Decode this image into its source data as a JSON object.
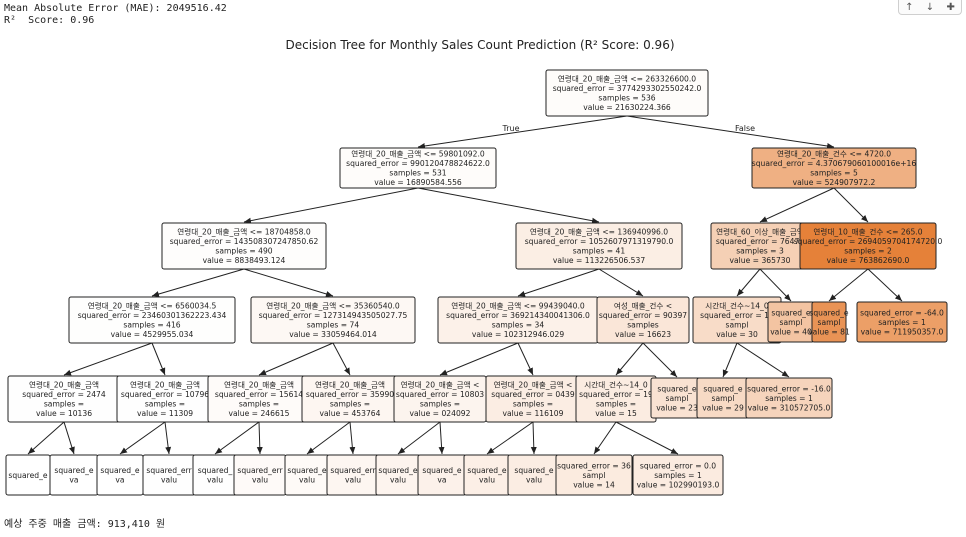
{
  "metrics": {
    "mae": "Mean Absolute Error (MAE): 2049516.42",
    "r2": "R²  Score: 0.96"
  },
  "toolbar": {
    "icons": [
      "arrow-up-icon",
      "arrow-down-icon",
      "pin-icon"
    ],
    "glyphs": [
      "↑",
      "↓",
      "✚"
    ]
  },
  "chart_data": {
    "type": "diagram",
    "title": "Decision Tree for Monthly Sales Count Prediction (R² Score: 0.96)",
    "edge_labels": {
      "true": "True",
      "false": "False"
    },
    "nodes": [
      {
        "id": "n0",
        "color": "#fefcfa",
        "lines": [
          "연령대_20_매출_금액 <= 263326600.0",
          "squared_error = 3774293302550242.0",
          "samples = 536",
          "value = 21630224.366"
        ]
      },
      {
        "id": "n1",
        "color": "#fefcfa",
        "lines": [
          "연령대_20_매출_금액 <= 59801092.0",
          "squared_error = 990120478824622.0",
          "samples = 531",
          "value = 16890584.556"
        ]
      },
      {
        "id": "n2",
        "color": "#efb083",
        "lines": [
          "연령대_20_매출_건수 <= 4720.0",
          "squared_error = 4.370679060100016e+16",
          "samples = 5",
          "value = 524907972.2"
        ]
      },
      {
        "id": "n3",
        "color": "#fefdfc",
        "lines": [
          "연령대_20_매출_금액 <= 18704858.0",
          "squared_error = 143508307247850.62",
          "samples = 490",
          "value = 8838493.124"
        ]
      },
      {
        "id": "n4",
        "color": "#fbeee4",
        "lines": [
          "연령대_20_매출_금액 <= 136940996.0",
          "squared_error = 1052607971319790.0",
          "samples = 41",
          "value = 113226506.537"
        ]
      },
      {
        "id": "n5",
        "color": "#f5d0b5",
        "lines": [
          "연령대_60_이상_매출_금액",
          "squared_error = 76473",
          "samples = 3",
          "value = 365730"
        ]
      },
      {
        "id": "n6",
        "color": "#e58139",
        "lines": [
          "연령대_10_매출_건수 <= 265.0",
          "squared_error = 2694059704174720.0",
          "samples = 2",
          "value = 763862690.0"
        ]
      },
      {
        "id": "n7",
        "color": "#fefefd",
        "lines": [
          "연령대_20_매출_금액 <= 6560034.5",
          "squared_error = 23460301362223.434",
          "samples = 416",
          "value = 4529955.034"
        ]
      },
      {
        "id": "n8",
        "color": "#fdf8f4",
        "lines": [
          "연령대_20_매출_금액 <= 35360540.0",
          "squared_error = 127314943505027.75",
          "samples = 74",
          "value = 33059464.014"
        ]
      },
      {
        "id": "n9",
        "color": "#fcf1e9",
        "lines": [
          "연령대_20_매출_금액 <= 99439040.0",
          "squared_error = 369214340041306.0",
          "samples = 34",
          "value = 102312946.029"
        ]
      },
      {
        "id": "n10",
        "color": "#fae6d8",
        "lines": [
          "여성_매출_건수 <",
          "squared_error = 90397",
          "samples",
          "value = 16623"
        ]
      },
      {
        "id": "n11",
        "color": "#f8dcc8",
        "lines": [
          "시간대_건수~14_0",
          "squared_error = 19",
          "sampl",
          "value = 30"
        ]
      },
      {
        "id": "n12",
        "color": "#f3c4a2",
        "lines": [
          "squared_e",
          "sampl",
          "value = 40"
        ]
      },
      {
        "id": "n13",
        "color": "#e99355",
        "lines": [
          "squared_e",
          "sampl",
          "value = 81"
        ]
      },
      {
        "id": "n14",
        "color": "#ec9f67",
        "lines": [
          "squared_error = -64.0",
          "samples = 1",
          "value = 711950357.0"
        ]
      },
      {
        "id": "n15",
        "color": "#fefefe",
        "lines": [
          "연령대_20_매출_금액",
          "squared_error = 2474",
          "samples =",
          "value = 10136"
        ]
      },
      {
        "id": "n16",
        "color": "#fefefe",
        "lines": [
          "연령대_20_매출_금액",
          "squared_error = 10796",
          "samples =",
          "value = 11309"
        ]
      },
      {
        "id": "n17",
        "color": "#fefbf9",
        "lines": [
          "연령대_20_매출_금액",
          "squared_error = 15614",
          "samples =",
          "value = 246615"
        ]
      },
      {
        "id": "n18",
        "color": "#fdf6f1",
        "lines": [
          "연령대_20_매출_금액",
          "squared_error = 35990",
          "samples =",
          "value = 453764"
        ]
      },
      {
        "id": "n19",
        "color": "#fcf4ee",
        "lines": [
          "연령대_20_매출_금액 <",
          "squared_error = 10803",
          "samples =",
          "value = 024092"
        ]
      },
      {
        "id": "n20",
        "color": "#fbede3",
        "lines": [
          "연령대_20_매출_금액 <",
          "squared_error = 0439",
          "samples =",
          "value = 116109"
        ]
      },
      {
        "id": "n21",
        "color": "#fbece1",
        "lines": [
          "시간대_건수~14_0",
          "squared_error = 19",
          "samples =",
          "value = 15"
        ]
      },
      {
        "id": "n22",
        "color": "#f9e2d2",
        "lines": [
          "squared_e",
          "sampl",
          "value = 23"
        ]
      },
      {
        "id": "n23",
        "color": "#f7dac5",
        "lines": [
          "squared_e",
          "sampl",
          "value = 29"
        ]
      },
      {
        "id": "n24",
        "color": "#f6d4bc",
        "lines": [
          "squared_error = -16.0",
          "samples = 1",
          "value = 310572705.0"
        ]
      },
      {
        "id": "n25",
        "color": "#ffffff",
        "lines": [
          "squared_e"
        ]
      },
      {
        "id": "n26",
        "color": "#ffffff",
        "lines": [
          "squared_e",
          "va"
        ]
      },
      {
        "id": "n27",
        "color": "#ffffff",
        "lines": [
          "squared_e",
          "va"
        ]
      },
      {
        "id": "n28",
        "color": "#fefefe",
        "lines": [
          "squared_err",
          "valu"
        ]
      },
      {
        "id": "n29",
        "color": "#fefefe",
        "lines": [
          "squared_",
          "valu"
        ]
      },
      {
        "id": "n30",
        "color": "#fefaf8",
        "lines": [
          "squared_err",
          "valu"
        ]
      },
      {
        "id": "n31",
        "color": "#fefaf7",
        "lines": [
          "squared_e",
          "valu"
        ]
      },
      {
        "id": "n32",
        "color": "#fdf6f1",
        "lines": [
          "squared_err",
          "valu"
        ]
      },
      {
        "id": "n33",
        "color": "#fdf4ee",
        "lines": [
          "squared_e",
          "valu"
        ]
      },
      {
        "id": "n34",
        "color": "#fcf1ea",
        "lines": [
          "squared_e",
          "va"
        ]
      },
      {
        "id": "n35",
        "color": "#fcefe6",
        "lines": [
          "squared_e",
          "valu"
        ]
      },
      {
        "id": "n36",
        "color": "#fbede3",
        "lines": [
          "squared_e",
          "valu"
        ]
      },
      {
        "id": "n37",
        "color": "#fbebdf",
        "lines": [
          "squared_error = 36",
          "sampl",
          "value = 14"
        ]
      },
      {
        "id": "n38",
        "color": "#fbebe0",
        "lines": [
          "squared_error = 0.0",
          "samples = 1",
          "value = 102990193.0"
        ]
      }
    ],
    "edges": [
      [
        "n0",
        "n1"
      ],
      [
        "n0",
        "n2"
      ],
      [
        "n1",
        "n3"
      ],
      [
        "n1",
        "n4"
      ],
      [
        "n2",
        "n5"
      ],
      [
        "n2",
        "n6"
      ],
      [
        "n3",
        "n7"
      ],
      [
        "n3",
        "n8"
      ],
      [
        "n4",
        "n9"
      ],
      [
        "n4",
        "n10"
      ],
      [
        "n5",
        "n11"
      ],
      [
        "n5",
        "n12"
      ],
      [
        "n6",
        "n13"
      ],
      [
        "n6",
        "n14"
      ],
      [
        "n7",
        "n15"
      ],
      [
        "n7",
        "n16"
      ],
      [
        "n8",
        "n17"
      ],
      [
        "n8",
        "n18"
      ],
      [
        "n9",
        "n19"
      ],
      [
        "n9",
        "n20"
      ],
      [
        "n10",
        "n21"
      ],
      [
        "n10",
        "n22"
      ],
      [
        "n11",
        "n23"
      ],
      [
        "n11",
        "n24"
      ],
      [
        "n15",
        "n25"
      ],
      [
        "n15",
        "n26"
      ],
      [
        "n16",
        "n27"
      ],
      [
        "n16",
        "n28"
      ],
      [
        "n17",
        "n29"
      ],
      [
        "n17",
        "n30"
      ],
      [
        "n18",
        "n31"
      ],
      [
        "n18",
        "n32"
      ],
      [
        "n19",
        "n33"
      ],
      [
        "n19",
        "n34"
      ],
      [
        "n20",
        "n35"
      ],
      [
        "n20",
        "n36"
      ],
      [
        "n21",
        "n37"
      ],
      [
        "n21",
        "n38"
      ]
    ]
  },
  "forecast": "예상 주중 매출 금액: 913,410 원"
}
